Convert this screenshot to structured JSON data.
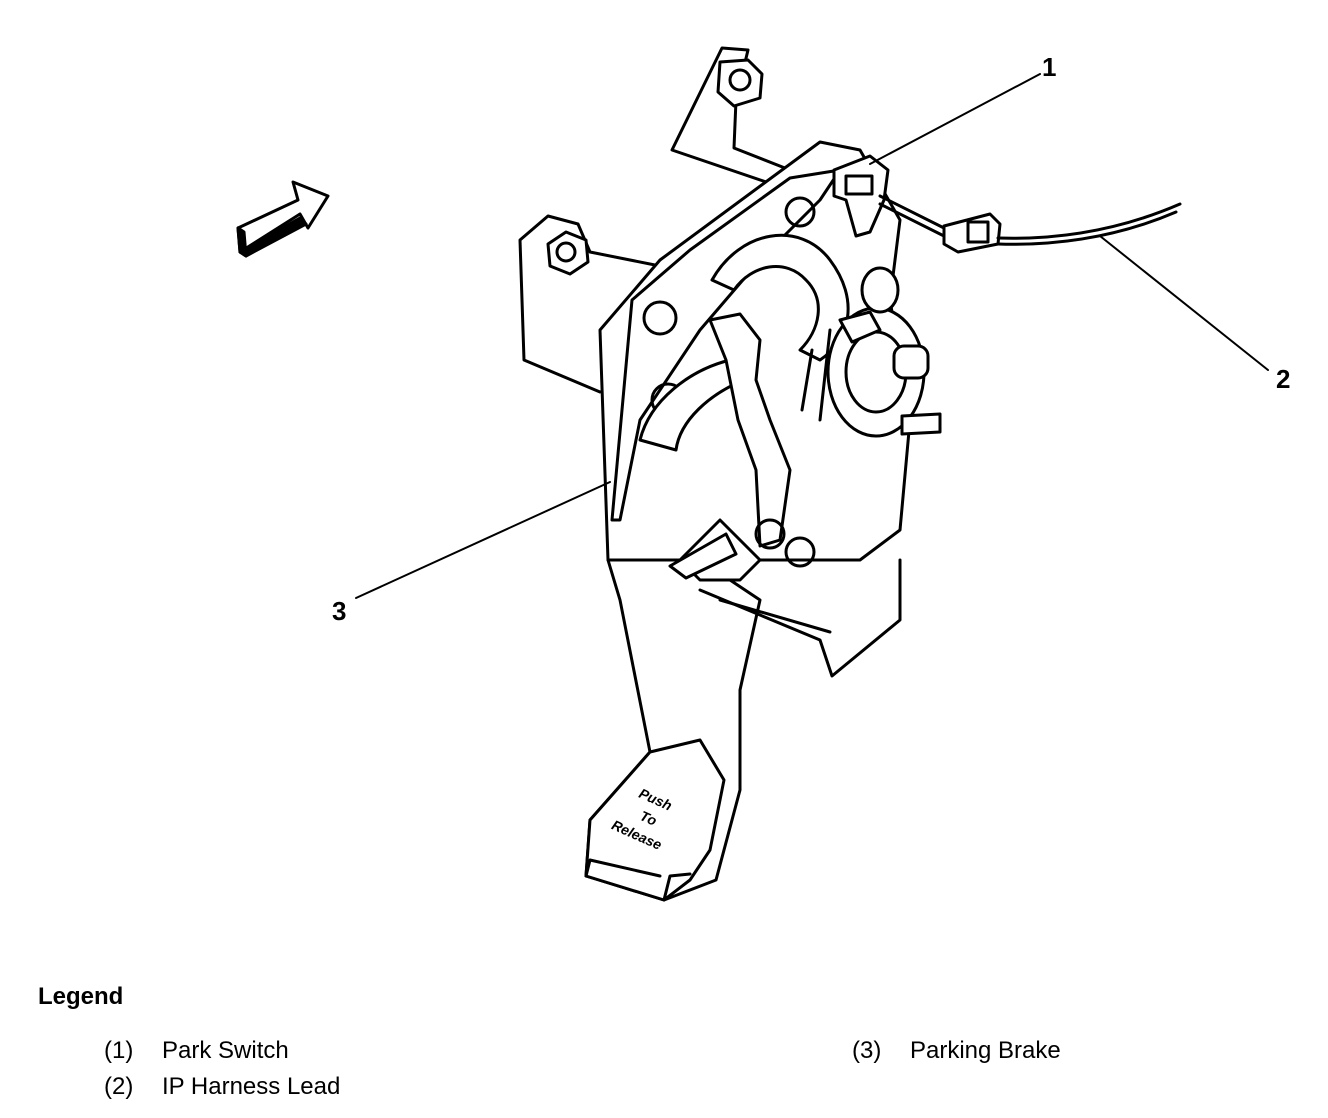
{
  "diagram": {
    "callouts": [
      {
        "id": "1",
        "label": "1"
      },
      {
        "id": "2",
        "label": "2"
      },
      {
        "id": "3",
        "label": "3"
      }
    ],
    "pedal_text": [
      "Push",
      "To",
      "Release"
    ]
  },
  "legend": {
    "title": "Legend",
    "items": [
      {
        "num": "(1)",
        "label": "Park Switch"
      },
      {
        "num": "(2)",
        "label": "IP Harness Lead"
      },
      {
        "num": "(3)",
        "label": "Parking Brake"
      }
    ]
  }
}
